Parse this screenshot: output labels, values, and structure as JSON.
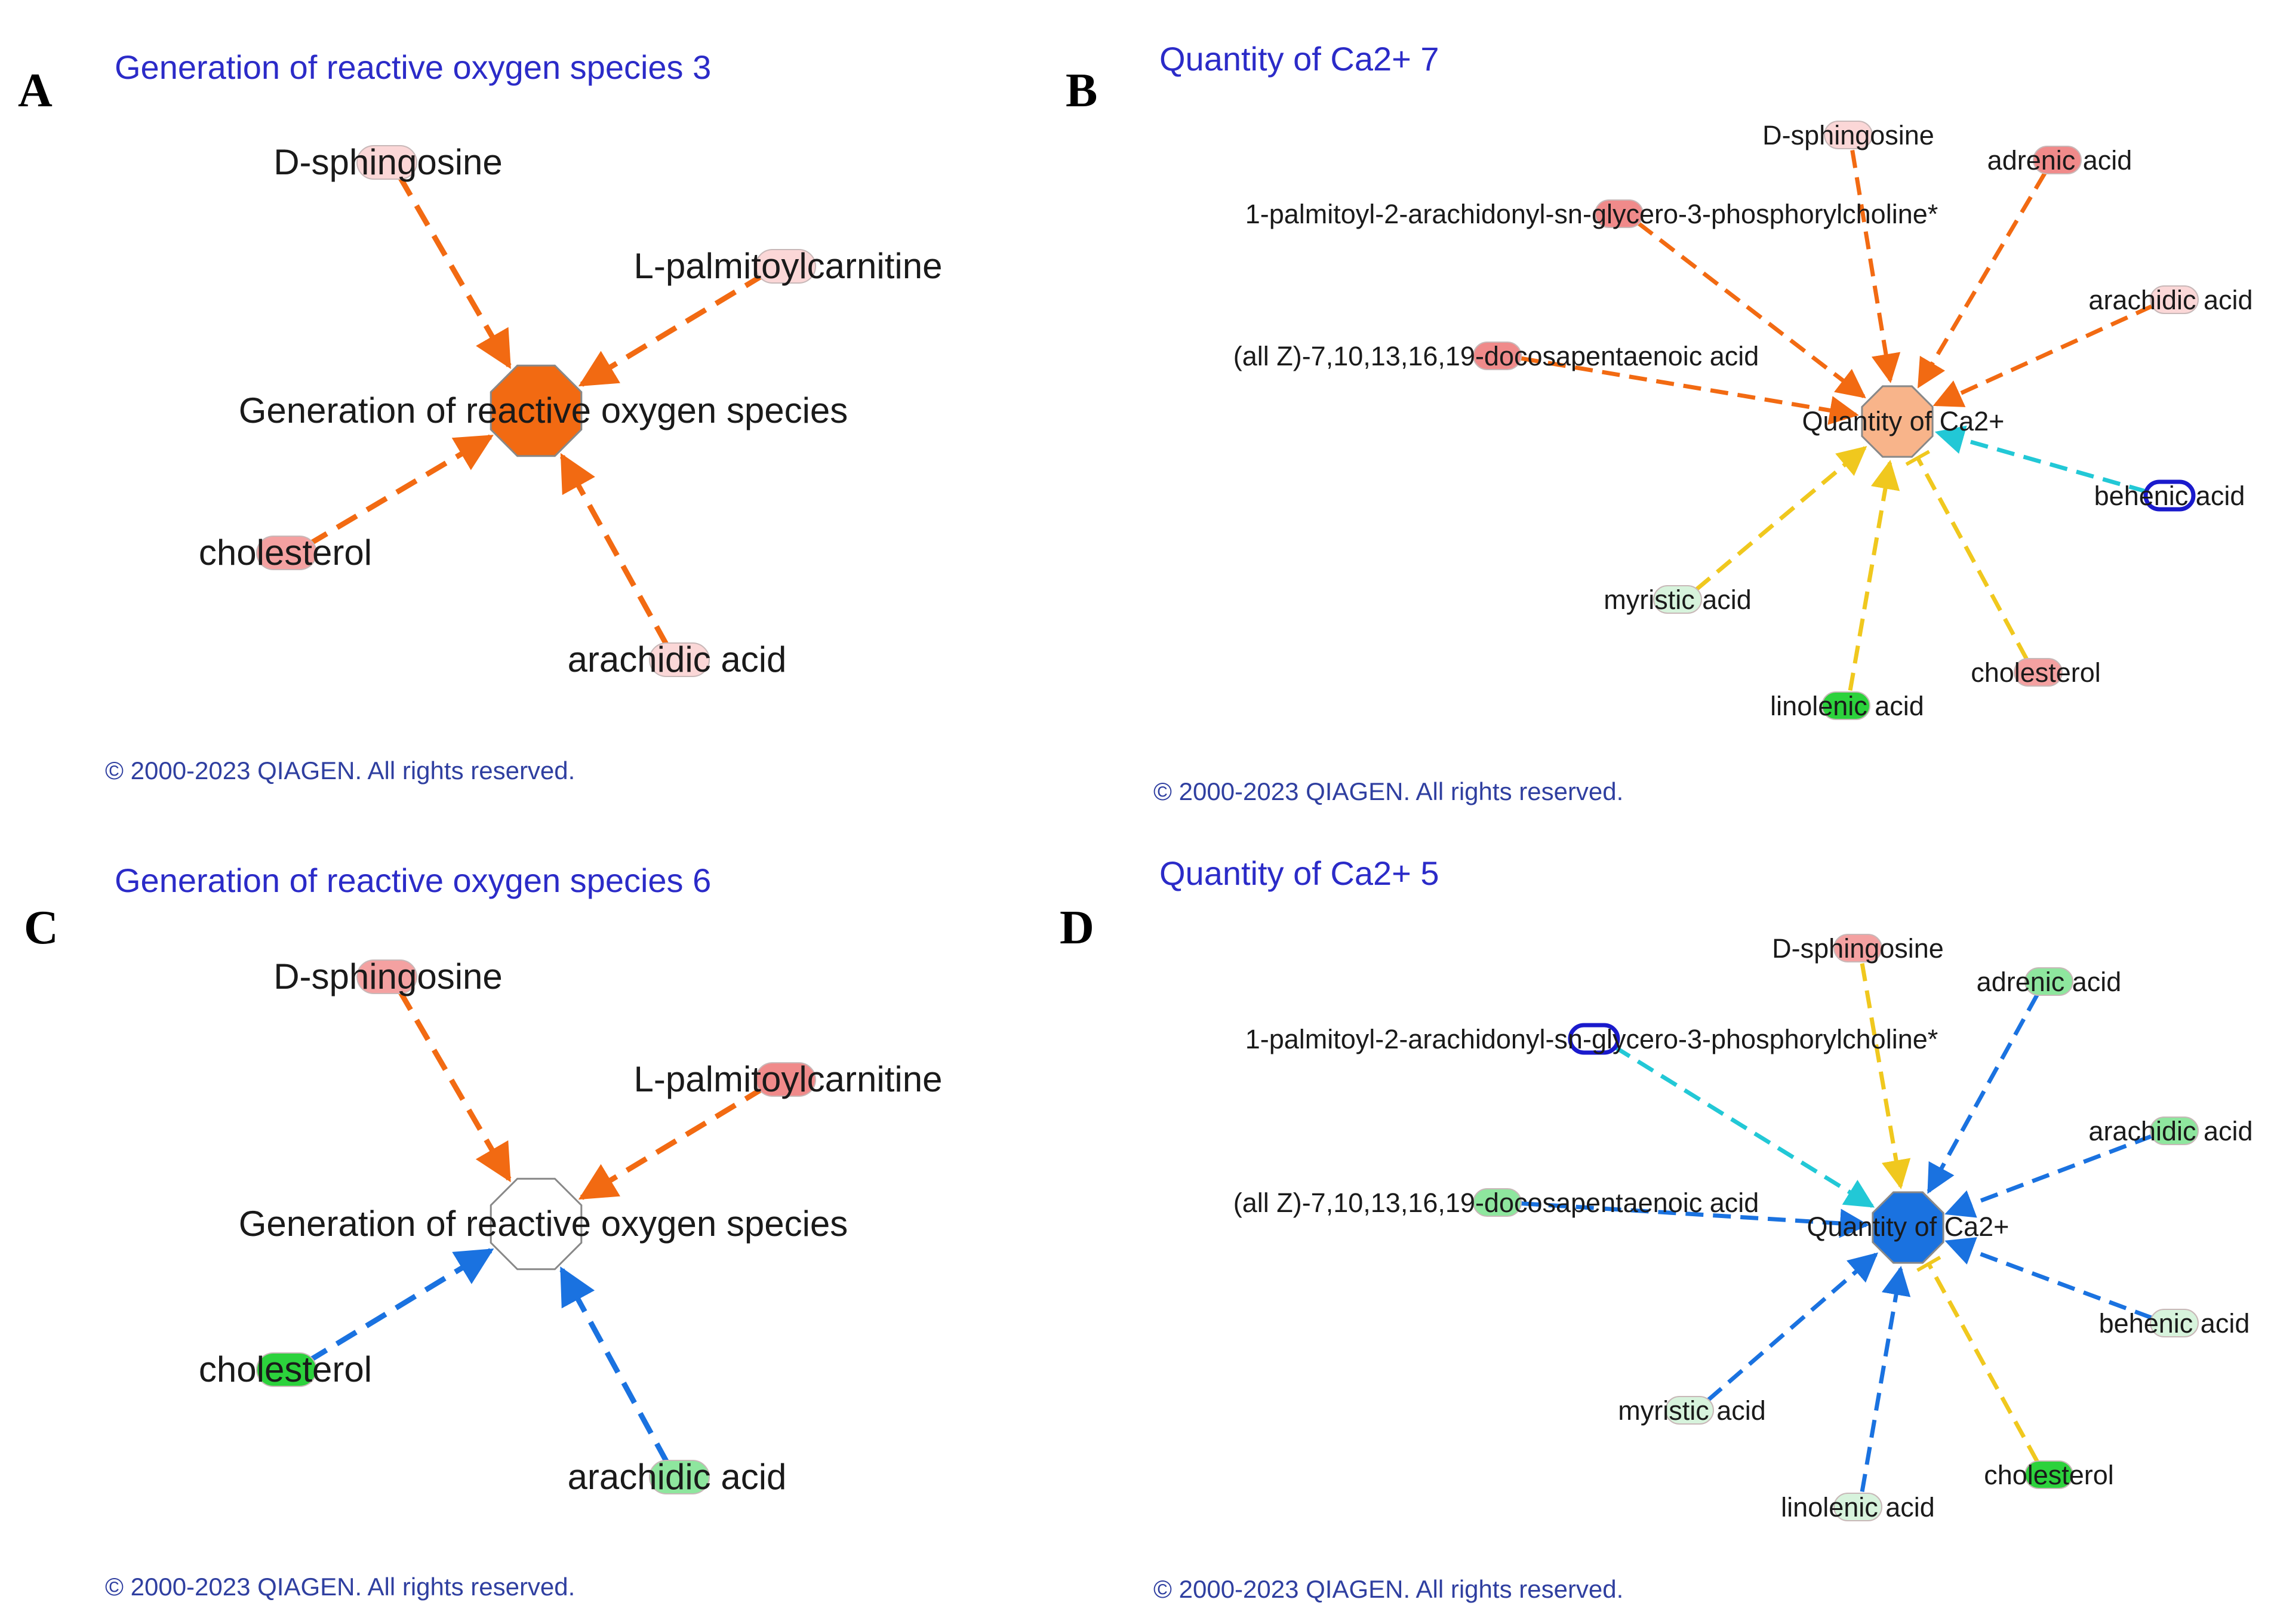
{
  "colors": {
    "title_blue": "#2b2bc8",
    "copyright_blue": "#2f3fa0",
    "orange_arrow": "#f26a12",
    "yellow_arrow": "#f0c81e",
    "cyan_arrow": "#22c8d6",
    "blue_arrow": "#1a72e0",
    "node_light_pink": "#fbd7d7",
    "node_pink": "#f4a1a1",
    "node_salmon": "#f08a8a",
    "node_light_green": "#d7f3dc",
    "node_green": "#8ee69e",
    "node_bright_green": "#2cd23c",
    "node_dark_blue_outline": "#1a1acc",
    "hub_orange": "#f26a12",
    "hub_light_orange": "#f8b48a",
    "hub_blue": "#1a72e0",
    "hub_white": "#ffffff"
  },
  "panels": [
    {
      "letter": "A",
      "title": "Generation of reactive oxygen species 3",
      "copyright": "© 2000-2023 QIAGEN. All rights reserved.",
      "hub": {
        "label": "Generation of reactive oxygen species",
        "fill": "hub_orange"
      },
      "nodes": [
        {
          "label": "D-sphingosine",
          "fill": "node_light_pink",
          "edge": "orange_arrow"
        },
        {
          "label": "L-palmitoylcarnitine",
          "fill": "node_light_pink",
          "edge": "orange_arrow"
        },
        {
          "label": "cholesterol",
          "fill": "node_pink",
          "edge": "orange_arrow"
        },
        {
          "label": "arachidic acid",
          "fill": "node_light_pink",
          "edge": "orange_arrow"
        }
      ]
    },
    {
      "letter": "B",
      "title": "Quantity of Ca2+ 7",
      "copyright": "© 2000-2023 QIAGEN. All rights reserved.",
      "hub": {
        "label": "Quantity of Ca2+",
        "fill": "hub_light_orange"
      },
      "nodes": [
        {
          "label": "D-sphingosine",
          "fill": "node_light_pink",
          "edge": "orange_arrow"
        },
        {
          "label": "adrenic acid",
          "fill": "node_salmon",
          "edge": "orange_arrow"
        },
        {
          "label": "1-palmitoyl-2-arachidonyl-sn-glycero-3-phosphorylcholine*",
          "fill": "node_salmon",
          "edge": "orange_arrow"
        },
        {
          "label": "arachidic acid",
          "fill": "node_light_pink",
          "edge": "orange_arrow"
        },
        {
          "label": "(all Z)-7,10,13,16,19-docosapentaenoic acid",
          "fill": "node_salmon",
          "edge": "orange_arrow"
        },
        {
          "label": "behenic acid",
          "fill": "hub_white",
          "edge": "cyan_arrow"
        },
        {
          "label": "myristic acid",
          "fill": "node_light_green",
          "edge": "yellow_arrow"
        },
        {
          "label": "cholesterol",
          "fill": "node_pink",
          "edge": "yellow_arrow"
        },
        {
          "label": "linolenic acid",
          "fill": "node_bright_green",
          "edge": "yellow_arrow"
        }
      ]
    },
    {
      "letter": "C",
      "title": "Generation of reactive oxygen species 6",
      "copyright": "© 2000-2023 QIAGEN. All rights reserved.",
      "hub": {
        "label": "Generation of reactive oxygen species",
        "fill": "hub_white"
      },
      "nodes": [
        {
          "label": "D-sphingosine",
          "fill": "node_pink",
          "edge": "orange_arrow"
        },
        {
          "label": "L-palmitoylcarnitine",
          "fill": "node_salmon",
          "edge": "orange_arrow"
        },
        {
          "label": "cholesterol",
          "fill": "node_bright_green",
          "edge": "blue_arrow"
        },
        {
          "label": "arachidic acid",
          "fill": "node_green",
          "edge": "blue_arrow"
        }
      ]
    },
    {
      "letter": "D",
      "title": "Quantity of Ca2+ 5",
      "copyright": "© 2000-2023 QIAGEN. All rights reserved.",
      "hub": {
        "label": "Quantity of Ca2+",
        "fill": "hub_blue"
      },
      "nodes": [
        {
          "label": "D-sphingosine",
          "fill": "node_pink",
          "edge": "yellow_arrow"
        },
        {
          "label": "adrenic acid",
          "fill": "node_green",
          "edge": "blue_arrow"
        },
        {
          "label": "1-palmitoyl-2-arachidonyl-sn-glycero-3-phosphorylcholine*",
          "fill": "hub_white",
          "edge": "cyan_arrow"
        },
        {
          "label": "arachidic acid",
          "fill": "node_green",
          "edge": "blue_arrow"
        },
        {
          "label": "(all Z)-7,10,13,16,19-docosapentaenoic acid",
          "fill": "node_green",
          "edge": "blue_arrow"
        },
        {
          "label": "behenic acid",
          "fill": "node_light_green",
          "edge": "blue_arrow"
        },
        {
          "label": "myristic acid",
          "fill": "node_light_green",
          "edge": "blue_arrow"
        },
        {
          "label": "cholesterol",
          "fill": "node_bright_green",
          "edge": "yellow_arrow"
        },
        {
          "label": "linolenic acid",
          "fill": "node_light_green",
          "edge": "blue_arrow"
        }
      ]
    }
  ]
}
